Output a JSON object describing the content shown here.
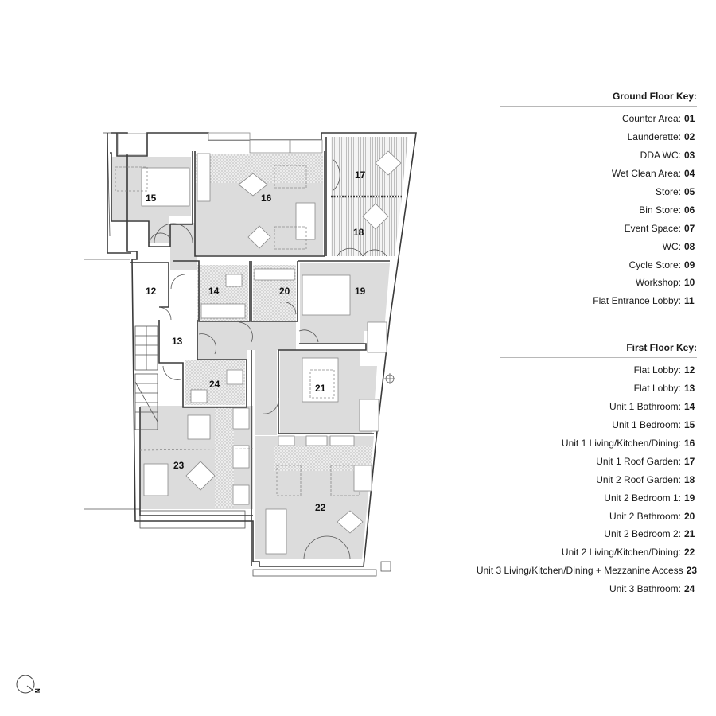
{
  "ground_floor_key": {
    "title": "Ground Floor Key:",
    "items": [
      {
        "label": "Counter Area:",
        "number": "01"
      },
      {
        "label": "Launderette:",
        "number": "02"
      },
      {
        "label": "DDA WC:",
        "number": "03"
      },
      {
        "label": "Wet Clean Area:",
        "number": "04"
      },
      {
        "label": "Store:",
        "number": "05"
      },
      {
        "label": "Bin Store:",
        "number": "06"
      },
      {
        "label": "Event Space:",
        "number": "07"
      },
      {
        "label": "WC:",
        "number": "08"
      },
      {
        "label": "Cycle Store:",
        "number": "09"
      },
      {
        "label": "Workshop:",
        "number": "10"
      },
      {
        "label": "Flat Entrance Lobby:",
        "number": "11"
      }
    ]
  },
  "first_floor_key": {
    "title": "First Floor Key:",
    "items": [
      {
        "label": "Flat Lobby:",
        "number": "12"
      },
      {
        "label": "Flat Lobby:",
        "number": "13"
      },
      {
        "label": "Unit 1 Bathroom:",
        "number": "14"
      },
      {
        "label": "Unit 1 Bedroom:",
        "number": "15"
      },
      {
        "label": "Unit 1 Living/Kitchen/Dining:",
        "number": "16"
      },
      {
        "label": "Unit 1 Roof Garden:",
        "number": "17"
      },
      {
        "label": "Unit 2 Roof Garden:",
        "number": "18"
      },
      {
        "label": "Unit 2 Bedroom 1:",
        "number": "19"
      },
      {
        "label": "Unit 2 Bathroom:",
        "number": "20"
      },
      {
        "label": "Unit 2 Bedroom 2:",
        "number": "21"
      },
      {
        "label": "Unit 2 Living/Kitchen/Dining:",
        "number": "22"
      },
      {
        "label": "Unit 3 Living/Kitchen/Dining + Mezzanine Access",
        "number": "23"
      },
      {
        "label": "Unit 3 Bathroom:",
        "number": "24"
      }
    ]
  },
  "plan": {
    "room_labels": {
      "r12": "12",
      "r13": "13",
      "r14": "14",
      "r15": "15",
      "r16": "16",
      "r17": "17",
      "r18": "18",
      "r19": "19",
      "r20": "20",
      "r21": "21",
      "r22": "22",
      "r23": "23",
      "r24": "24"
    },
    "north_arrow": "N",
    "colors": {
      "room_fill": "#dcdcdc",
      "wall": "#3a3a3a",
      "key_rule": "#b8b8b8"
    }
  }
}
